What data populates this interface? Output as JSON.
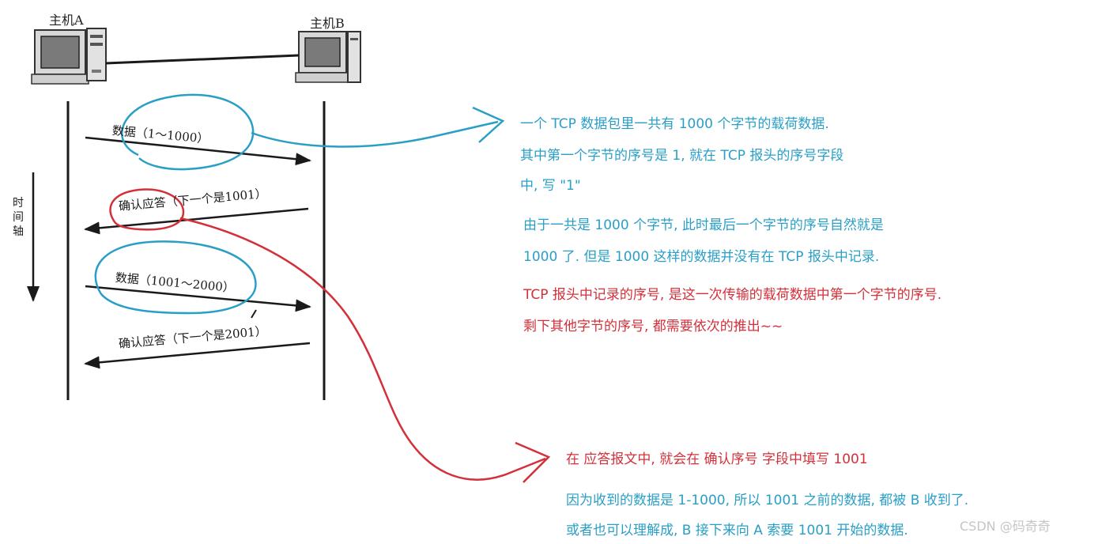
{
  "diagram": {
    "host_a": "主机A",
    "host_b": "主机B",
    "time_axis": "时间轴",
    "messages": [
      {
        "label": "数据（1～1000）",
        "direction": "A→B"
      },
      {
        "label": "确认应答（下一个是1001）",
        "direction": "B→A"
      },
      {
        "label": "数据（1001～2000）",
        "direction": "A→B"
      },
      {
        "label": "确认应答（下一个是2001）",
        "direction": "B→A"
      }
    ]
  },
  "notes": {
    "blue_1": [
      "一个 TCP 数据包里一共有 1000 个字节的载荷数据.",
      "其中第一个字节的序号是 1, 就在 TCP 报头的序号字段",
      "中, 写 \"1\""
    ],
    "blue_2": [
      "由于一共是 1000 个字节, 此时最后一个字节的序号自然就是",
      "1000 了. 但是 1000 这样的数据并没有在 TCP 报头中记录."
    ],
    "red_1": [
      "TCP 报头中记录的序号, 是这一次传输的载荷数据中第一个字节的序号.",
      "剩下其他字节的序号, 都需要依次的推出~~"
    ],
    "red_2": "在 应答报文中, 就会在 确认序号 字段中填写 1001",
    "blue_3": [
      "因为收到的数据是 1-1000, 所以 1001 之前的数据, 都被 B 收到了.",
      "或者也可以理解成, B 接下来向 A 索要 1001 开始的数据."
    ]
  },
  "watermark": "CSDN @码奇奇",
  "colors": {
    "annotation_blue": "#2a9fc6",
    "annotation_red": "#d3303a",
    "line": "#1a1a1a"
  }
}
